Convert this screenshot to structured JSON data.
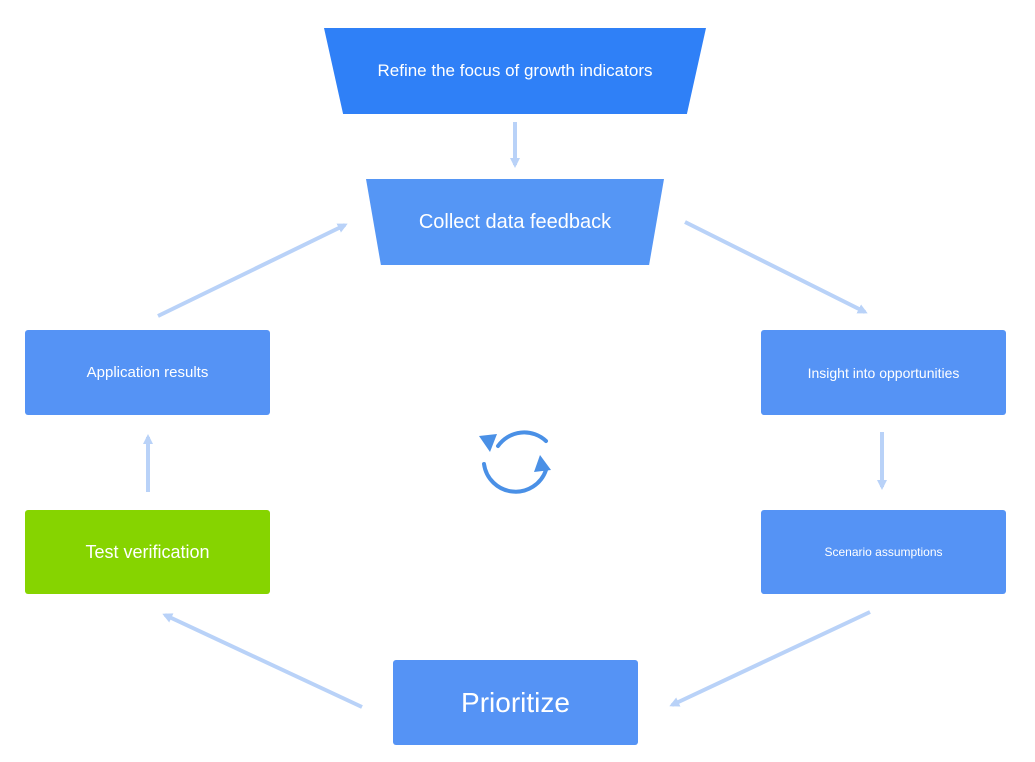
{
  "steps": {
    "refine": "Refine the focus of growth indicators",
    "collect": "Collect data feedback",
    "insight": "Insight into opportunities",
    "scenario": "Scenario assumptions",
    "prioritize": "Prioritize",
    "test": "Test verification",
    "application": "Application results"
  },
  "colors": {
    "primary": "#2f80f7",
    "box": "#5593f5",
    "highlight": "#86d400",
    "arrow": "#b9d2f8",
    "cycle_icon": "#4a90e6"
  },
  "icons": {
    "center": "refresh-cycle-icon"
  }
}
